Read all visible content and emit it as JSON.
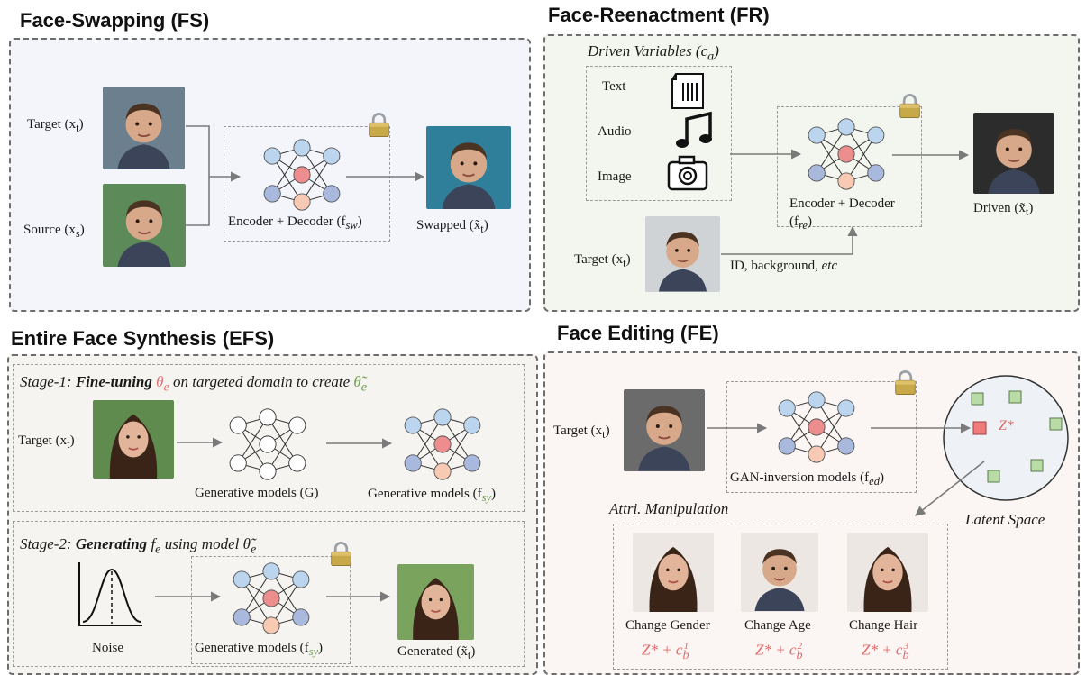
{
  "sections": {
    "fs": {
      "title": "Face-Swapping (FS)",
      "target_label": "Target (x",
      "target_sub": "t",
      "source_label": "Source (x",
      "source_sub": "s",
      "model_label": "Encoder + Decoder (f",
      "model_sub": "sw",
      "output_label": "Swapped (x̃",
      "output_sub": "t"
    },
    "fr": {
      "title": "Face-Reenactment (FR)",
      "driven_vars": "Driven Variables (c",
      "driven_vars_sub": "a",
      "inputs": [
        "Text",
        "Audio",
        "Image"
      ],
      "model_label_line1": "Encoder + Decoder",
      "model_label_line2": "(f",
      "model_sub": "re",
      "output_label": "Driven (x̃",
      "output_sub": "t",
      "target_label": "Target (x",
      "target_sub": "t",
      "id_note": "ID, background, ",
      "id_note_etc": "etc"
    },
    "efs": {
      "title": "Entire Face Synthesis (EFS)",
      "stage1_prefix": "Stage-1: ",
      "stage1_bold": "Fine-tuning",
      "stage1_theta": "θ",
      "stage1_theta_sub": "e",
      "stage1_rest": " on targeted domain to create ",
      "stage1_theta2": "θ̃",
      "stage1_theta2_sub": "e",
      "target_label": "Target (x",
      "target_sub": "t",
      "gen_model_g": "Generative models (G)",
      "gen_model_fsy": "Generative models (f",
      "gen_model_fsy_sub": "sy",
      "stage2_prefix": "Stage-2: ",
      "stage2_bold": "Generating",
      "stage2_fe": " f",
      "stage2_fe_sub": "e",
      "stage2_rest": " using model ",
      "stage2_theta": "θ̃",
      "stage2_theta_sub": "e",
      "noise_label": "Noise",
      "gen_model2": "Generative models (f",
      "gen_model2_sub": "sy",
      "output_label": "Generated (x̃",
      "output_sub": "t"
    },
    "fe": {
      "title": "Face Editing (FE)",
      "target_label": "Target (x",
      "target_sub": "t",
      "model_label": "GAN-inversion models (f",
      "model_sub": "ed",
      "latent_label": "Latent Space",
      "z_star": "Z*",
      "attri_label": "Attri. Manipulation",
      "changes": [
        {
          "label": "Change Gender",
          "formula": "Z* + c",
          "sub": "b",
          "sup": "1"
        },
        {
          "label": "Change Age",
          "formula": "Z* + c",
          "sub": "b",
          "sup": "2"
        },
        {
          "label": "Change Hair",
          "formula": "Z* + c",
          "sub": "b",
          "sup": "3"
        }
      ]
    }
  },
  "colors": {
    "panel_fs_bg": "#f3f5fb",
    "panel_fr_bg": "#f3f6ee",
    "panel_efs_bg": "#f6f4f1",
    "panel_fe_bg": "#fbf6f4",
    "node_blue": "#bcd5ef",
    "node_pink": "#ee8d8d",
    "node_peach": "#f8c9b3",
    "node_slate": "#a9b8dd",
    "lock": "#c8a94a",
    "latent_square": "#b9dca6",
    "z_square": "#ef7b7b",
    "accent_red": "#e06a6a",
    "accent_green": "#6a9a4a"
  }
}
